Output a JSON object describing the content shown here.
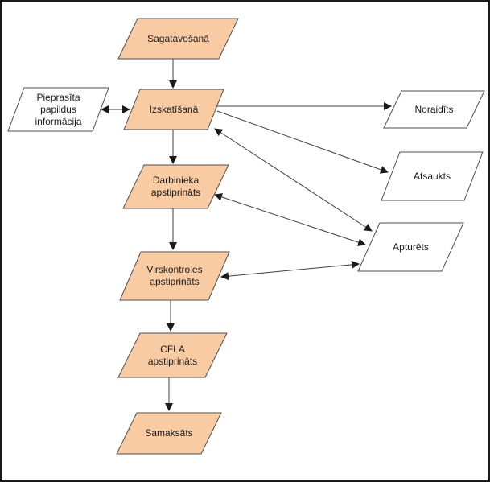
{
  "diagram": {
    "description": "Status flow diagram (Latvian) with parallelogram state nodes",
    "colors": {
      "process_fill": "#F9CBA3",
      "state_fill": "#FFFFFF",
      "shape_border": "#4D4D4D",
      "connector": "#3F3F3F",
      "canvas_border": "#1A1A1A",
      "text": "#1A1A1A"
    },
    "nodes": {
      "sagatavosana": {
        "label": "Sagatavošanā",
        "fill": "#F9CBA3"
      },
      "izskatisana": {
        "label": "Izskatīšanā",
        "fill": "#F9CBA3"
      },
      "pieprasita": {
        "label": "Pieprasīta\npapildus\ninformācija",
        "fill": "#FFFFFF"
      },
      "noraidits": {
        "label": "Noraidīts",
        "fill": "#FFFFFF"
      },
      "atsaukts": {
        "label": "Atsaukts",
        "fill": "#FFFFFF"
      },
      "apturets": {
        "label": "Apturēts",
        "fill": "#FFFFFF"
      },
      "darbinieka": {
        "label": "Darbinieka\napstiprināts",
        "fill": "#F9CBA3"
      },
      "virskontroles": {
        "label": "Virskontroles\napstiprināts",
        "fill": "#F9CBA3"
      },
      "cfla": {
        "label": "CFLA\napstiprināts",
        "fill": "#F9CBA3"
      },
      "samaksats": {
        "label": "Samaksāts",
        "fill": "#F9CBA3"
      }
    },
    "edges": [
      {
        "from": "sagatavosana",
        "to": "izskatisana",
        "bidirectional": false
      },
      {
        "from": "izskatisana",
        "to": "pieprasita",
        "bidirectional": true
      },
      {
        "from": "izskatisana",
        "to": "noraidits",
        "bidirectional": false
      },
      {
        "from": "izskatisana",
        "to": "atsaukts",
        "bidirectional": false
      },
      {
        "from": "izskatisana",
        "to": "apturets",
        "bidirectional": true
      },
      {
        "from": "izskatisana",
        "to": "darbinieka",
        "bidirectional": false
      },
      {
        "from": "darbinieka",
        "to": "apturets",
        "bidirectional": true
      },
      {
        "from": "darbinieka",
        "to": "virskontroles",
        "bidirectional": false
      },
      {
        "from": "virskontroles",
        "to": "apturets",
        "bidirectional": true
      },
      {
        "from": "virskontroles",
        "to": "cfla",
        "bidirectional": false
      },
      {
        "from": "cfla",
        "to": "samaksats",
        "bidirectional": false
      }
    ]
  }
}
